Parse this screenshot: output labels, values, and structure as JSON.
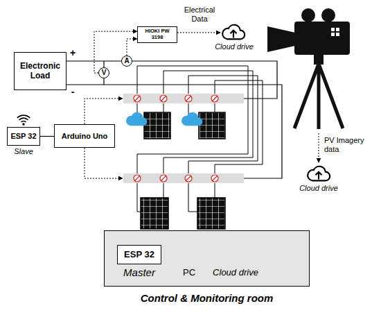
{
  "diagram": {
    "nodes": [
      {
        "text": [
          "Electronic Load"
        ]
      },
      {
        "text": [
          "HIOKI PW 3198"
        ]
      },
      {
        "text": [
          "V"
        ]
      },
      {
        "text": [
          "A"
        ]
      },
      {
        "text": [
          "ESP 32",
          "Slave"
        ]
      },
      {
        "text": [
          "Arduino Uno"
        ]
      },
      {
        "text": [
          "Control & Monitoring room"
        ]
      },
      {
        "text": [
          "ESP 32",
          "Master"
        ],
        "in": 6
      }
    ],
    "edges": [
      {
        "from": 0,
        "to": 3,
        "arrow": "none"
      },
      {
        "from": 2,
        "to": 1,
        "arrow": "to"
      },
      {
        "from": 3,
        "to": 1,
        "arrow": "to"
      },
      {
        "from": 4,
        "to": 5,
        "arrow": "none"
      }
    ],
    "labels": [
      "+",
      "-",
      "Electrical Data",
      "Cloud drive",
      "PV Imagery data",
      "Cloud drive",
      "PC",
      "Cloud drive"
    ]
  }
}
